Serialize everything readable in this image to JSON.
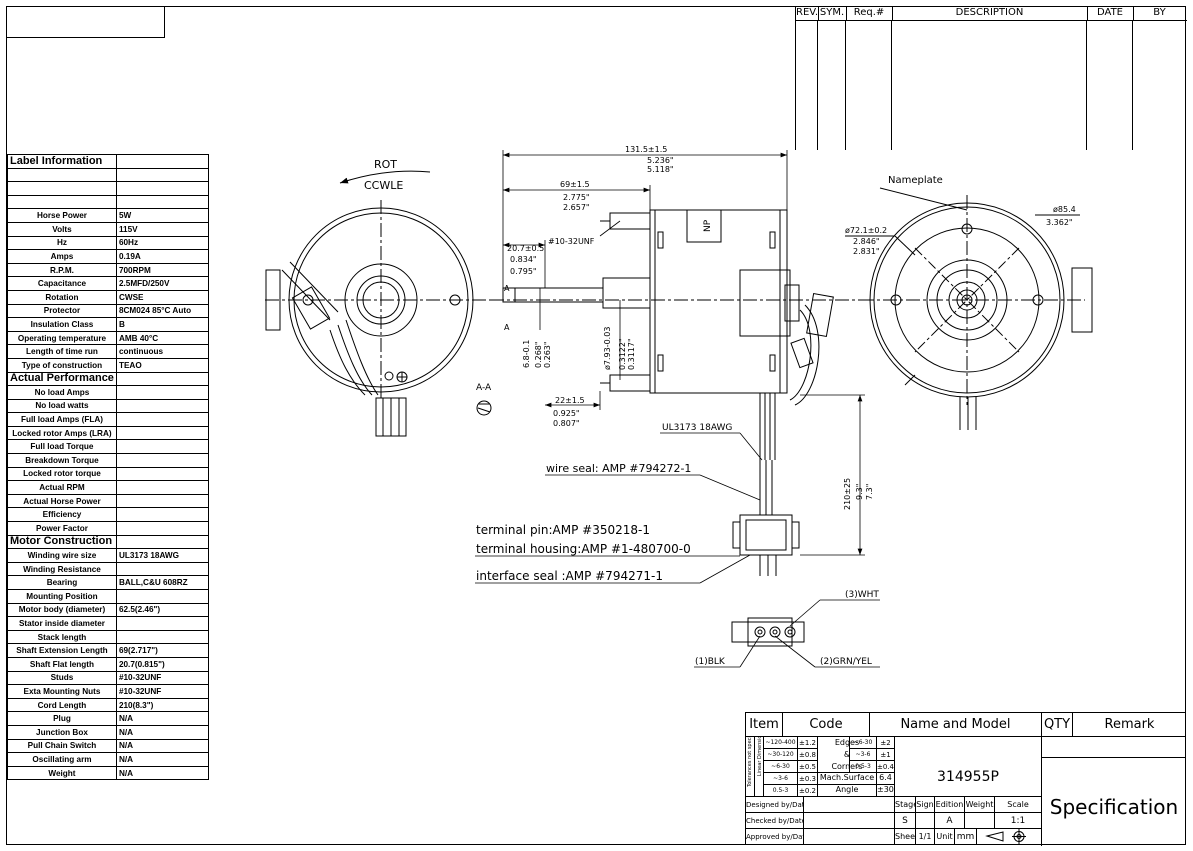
{
  "revision_table": {
    "headers": [
      "REV.",
      "SYM.",
      "Req.#",
      "DESCRIPTION",
      "DATE",
      "BY"
    ]
  },
  "label_table": [
    {
      "key": "Label Information",
      "value": "",
      "section": true
    },
    {
      "key": "",
      "value": ""
    },
    {
      "key": "",
      "value": ""
    },
    {
      "key": "",
      "value": ""
    },
    {
      "key": "Horse Power",
      "value": "5W"
    },
    {
      "key": "Volts",
      "value": "115V"
    },
    {
      "key": "Hz",
      "value": "60Hz"
    },
    {
      "key": "Amps",
      "value": "0.19A"
    },
    {
      "key": "R.P.M.",
      "value": "700RPM"
    },
    {
      "key": "Capacitance",
      "value": "2.5MFD/250V"
    },
    {
      "key": "Rotation",
      "value": "CWSE"
    },
    {
      "key": "Protector",
      "value": "8CM024 85°C Auto"
    },
    {
      "key": "Insulation Class",
      "value": "B"
    },
    {
      "key": "Operating temperature",
      "value": "AMB 40°C"
    },
    {
      "key": "Length of time run",
      "value": "continuous"
    },
    {
      "key": "Type of construction",
      "value": "TEAO"
    },
    {
      "key": "Actual Performance",
      "value": "",
      "section": true
    },
    {
      "key": "No load Amps",
      "value": ""
    },
    {
      "key": "No load watts",
      "value": ""
    },
    {
      "key": "Full load Amps (FLA)",
      "value": ""
    },
    {
      "key": "Locked rotor Amps (LRA)",
      "value": ""
    },
    {
      "key": "Full load Torque",
      "value": ""
    },
    {
      "key": "Breakdown Torque",
      "value": ""
    },
    {
      "key": "Locked rotor torque",
      "value": ""
    },
    {
      "key": "Actual RPM",
      "value": ""
    },
    {
      "key": "Actual Horse Power",
      "value": ""
    },
    {
      "key": "Efficiency",
      "value": ""
    },
    {
      "key": "Power Factor",
      "value": ""
    },
    {
      "key": "Motor Construction",
      "value": "",
      "section": true
    },
    {
      "key": "Winding wire size",
      "value": "UL3173 18AWG"
    },
    {
      "key": "Winding Resistance",
      "value": ""
    },
    {
      "key": "Bearing",
      "value": "BALL,C&U 608RZ"
    },
    {
      "key": "Mounting Position",
      "value": ""
    },
    {
      "key": "Motor body (diameter)",
      "value": "62.5(2.46\")"
    },
    {
      "key": "Stator inside diameter",
      "value": ""
    },
    {
      "key": "Stack length",
      "value": ""
    },
    {
      "key": "Shaft Extension Length",
      "value": "69(2.717\")"
    },
    {
      "key": "Shaft Flat length",
      "value": "20.7(0.815\")"
    },
    {
      "key": "Studs",
      "value": "#10-32UNF"
    },
    {
      "key": "Exta Mounting Nuts",
      "value": "#10-32UNF"
    },
    {
      "key": "Cord Length",
      "value": "210(8.3\")"
    },
    {
      "key": "Plug",
      "value": "N/A"
    },
    {
      "key": "Junction Box",
      "value": "N/A"
    },
    {
      "key": "Pull Chain Switch",
      "value": "N/A"
    },
    {
      "key": "Oscillating arm",
      "value": "N/A"
    },
    {
      "key": "Weight",
      "value": "N/A"
    }
  ],
  "drawing": {
    "rot_label": "ROT",
    "rot_dir": "CCWLE",
    "section_label": "A-A",
    "overall_length": "131.5±1.5",
    "overall_length_in_max": "5.236\"",
    "overall_length_in_min": "5.118\"",
    "shaft_len": "69±1.5",
    "shaft_len_in_max": "2.775\"",
    "shaft_len_in_min": "2.657\"",
    "stud_label": "#10-32UNF",
    "flat_len": "20.7±0.5",
    "flat_len_in_max": "0.834\"",
    "flat_len_in_min": "0.795\"",
    "flat_width": "6.8-0.1",
    "flat_width_in_max": "0.268\"",
    "flat_width_in_min": "0.263\"",
    "shaft_dia": "ø7.93-0.03",
    "shaft_dia_in_max": "0.3122\"",
    "shaft_dia_in_min": "0.3117\"",
    "hub_len": "22±1.5",
    "hub_len_in_max": "0.925\"",
    "hub_len_in_min": "0.807\"",
    "np": "NP",
    "section_a": "A",
    "wire_label": "UL3173 18AWG",
    "lead_len": "210±25",
    "lead_len_in_max": "9.3\"",
    "lead_len_in_min": "7.3\"",
    "wire_seal": "wire seal: AMP #794272-1",
    "terminal_pin": "terminal pin:AMP #350218-1",
    "terminal_housing": "terminal housing:AMP #1-480700-0",
    "interface_seal": "interface seal :AMP #794271-1",
    "pin3": "(3)WHT",
    "pin1": "(1)BLK",
    "pin2": "(2)GRN/YEL",
    "nameplate": "Nameplate",
    "bolt_circle": "ø72.1±0.2",
    "bolt_circle_in_max": "2.846\"",
    "bolt_circle_in_min": "2.831\"",
    "body_dia": "ø85.4",
    "body_dia_in": "3.362\""
  },
  "title_block": {
    "item": "Item",
    "code": "Code",
    "name_model": "Name and Model",
    "qty": "QTY",
    "remark": "Remark",
    "model": "314955P",
    "spec": "Specification",
    "tolerance_vertical": "Tolerances not specified",
    "linear_dimensions": "Linear Dimensions",
    "tol_rows": [
      {
        "range": "~120-400",
        "tol": "±1.2"
      },
      {
        "range": "~30-120",
        "tol": "±0.8"
      },
      {
        "range": "~6-30",
        "tol": "±0.5"
      },
      {
        "range": "~3-6",
        "tol": "±0.3"
      },
      {
        "range": "0.5-3",
        "tol": "±0.2"
      }
    ],
    "edges_label": "Edges",
    "amp": "&",
    "corners_label": "Corners",
    "edge_rows": [
      {
        "range": "~6-30",
        "tol": "±2"
      },
      {
        "range": "~3-6",
        "tol": "±1"
      },
      {
        "range": "0.5-3",
        "tol": "±0.4"
      }
    ],
    "mach_surface": "Mach.Surface",
    "mach_val": "6.4",
    "angle": "Angle",
    "angle_val": "±30'",
    "designed": "Designed by/Date",
    "checked": "Checked by/Date",
    "approved": "Approved by/Date",
    "stage": "Stage",
    "sign": "Sign",
    "edition": "Edition",
    "weight": "Weight",
    "scale": "Scale",
    "stage_val": "S",
    "edition_val": "A",
    "scale_val": "1:1",
    "sheet": "Sheet",
    "sheet_val": "1/1",
    "unit": "Unit",
    "unit_val": "mm"
  }
}
